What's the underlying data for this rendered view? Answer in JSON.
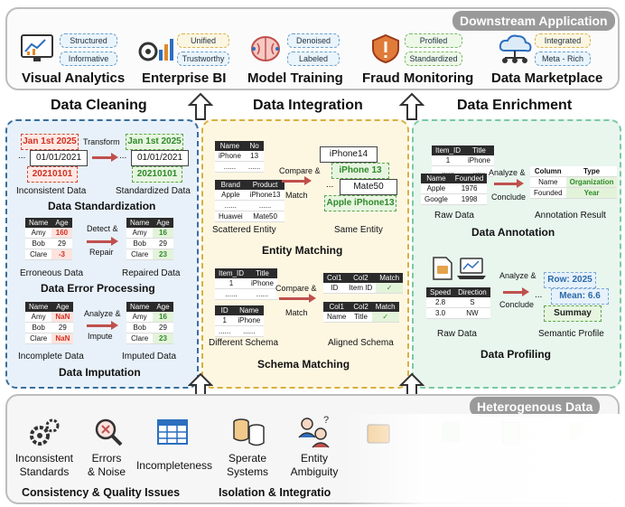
{
  "downstream": {
    "tag": "Downstream Application",
    "apps": [
      {
        "name": "Visual Analytics",
        "tags": [
          "Structured",
          "Informative"
        ],
        "icon": "analytics-icon"
      },
      {
        "name": "Enterprise BI",
        "tags": [
          "Unified",
          "Trustworthy"
        ],
        "icon": "bi-gear-chart-icon"
      },
      {
        "name": "Model Training",
        "tags": [
          "Denoised",
          "Labeled"
        ],
        "icon": "brain-icon"
      },
      {
        "name": "Fraud Monitoring",
        "tags": [
          "Profiled",
          "Standardized"
        ],
        "icon": "shield-alert-icon"
      },
      {
        "name": "Data Marketplace",
        "tags": [
          "Integrated",
          "Meta - Rich"
        ],
        "icon": "cloud-network-icon"
      }
    ]
  },
  "sections": {
    "cleaning": "Data Cleaning",
    "integration": "Data Integration",
    "enrichment": "Data Enrichment"
  },
  "cleaning": {
    "standardization": {
      "title": "Data Standardization",
      "before": [
        "Jan 1st 2025",
        "01/01/2021",
        "20210101"
      ],
      "after": [
        "Jan 1st 2025",
        "01/01/2021",
        "20210101"
      ],
      "dots": "...",
      "action": "Transform",
      "left_caption": "Inconsistent Data",
      "right_caption": "Standardized Data"
    },
    "error": {
      "title": "Data Error Processing",
      "action": [
        "Detect &",
        "Repair"
      ],
      "headers": [
        "Name",
        "Age"
      ],
      "before": [
        [
          "Amy",
          "160"
        ],
        [
          "Bob",
          "29"
        ],
        [
          "Clare",
          "-3"
        ]
      ],
      "after": [
        [
          "Amy",
          "16"
        ],
        [
          "Bob",
          "29"
        ],
        [
          "Clare",
          "23"
        ]
      ],
      "left_caption": "Erroneous Data",
      "right_caption": "Repaired Data"
    },
    "imputation": {
      "title": "Data Imputation",
      "action": [
        "Analyze &",
        "Impute"
      ],
      "headers": [
        "Name",
        "Age"
      ],
      "before": [
        [
          "Amy",
          "NaN"
        ],
        [
          "Bob",
          "29"
        ],
        [
          "Clare",
          "NaN"
        ]
      ],
      "after": [
        [
          "Amy",
          "16"
        ],
        [
          "Bob",
          "29"
        ],
        [
          "Clare",
          "23"
        ]
      ],
      "left_caption": "Incomplete Data",
      "right_caption": "Imputed Data"
    }
  },
  "integration": {
    "entity": {
      "title": "Entity Matching",
      "t1_headers": [
        "Name",
        "No"
      ],
      "t1_rows": [
        [
          "iPhone",
          "13"
        ],
        [
          "......",
          "......"
        ]
      ],
      "t2_headers": [
        "Brand",
        "Product"
      ],
      "t2_rows": [
        [
          "Apple",
          "iPhone13"
        ],
        [
          "......",
          "......"
        ],
        [
          "Huawei",
          "Mate50"
        ]
      ],
      "action": [
        "Compare &",
        "Match"
      ],
      "results": [
        "iPhone14",
        "iPhone 13",
        "Mate50",
        "Apple iPhone13"
      ],
      "dots": "...",
      "left_caption": "Scattered Entity",
      "right_caption": "Same Entity"
    },
    "schema": {
      "title": "Schema Matching",
      "t1_headers": [
        "Item_ID",
        "Title"
      ],
      "t1_rows": [
        [
          "1",
          "iPhone"
        ],
        [
          "......",
          "......"
        ]
      ],
      "t2_headers": [
        "ID",
        "Name"
      ],
      "t2_rows": [
        [
          "1",
          "iPhone"
        ],
        [
          "......",
          "......"
        ]
      ],
      "action": [
        "Compare &",
        "Match"
      ],
      "m_headers": [
        "Col1",
        "Col2",
        "Match"
      ],
      "m1": [
        "ID",
        "Item ID",
        "✓"
      ],
      "m2": [
        "Name",
        "Title",
        "✓"
      ],
      "left_caption": "Different Schema",
      "right_caption": "Aligned Schema"
    }
  },
  "enrichment": {
    "annotation": {
      "title": "Data Annotation",
      "t1_headers": [
        "Item_ID",
        "Title"
      ],
      "t1_rows": [
        [
          "1",
          "iPhone"
        ],
        [
          "......",
          "......"
        ]
      ],
      "t2_headers": [
        "Name",
        "Founded"
      ],
      "t2_rows": [
        [
          "Apple",
          "1976"
        ],
        [
          "Google",
          "1998"
        ]
      ],
      "action": [
        "Analyze &",
        "Conclude"
      ],
      "r_headers": [
        "Column",
        "Type"
      ],
      "r_rows": [
        [
          "Name",
          "Organization"
        ],
        [
          "Founded",
          "Year"
        ]
      ],
      "left_caption": "Raw Data",
      "right_caption": "Annotation Result"
    },
    "profiling": {
      "title": "Data Profiling",
      "t_headers": [
        "Speed",
        "Direction"
      ],
      "t_rows": [
        [
          "2.8",
          "S"
        ],
        [
          "3.0",
          "NW"
        ]
      ],
      "action": [
        "Analyze &",
        "Conclude"
      ],
      "row_label": "Row: 2025",
      "mean_label": "Mean: 6.6",
      "summary_label": "Summay",
      "dots": "...",
      "left_caption": "Raw Data",
      "right_caption": "Semantic Profile"
    }
  },
  "heterogenous": {
    "tag": "Heterogenous Data",
    "sources": [
      {
        "label": "Inconsistent\nStandards",
        "icon": "gears-icon"
      },
      {
        "label": "Errors\n& Noise",
        "icon": "magnifier-error-icon"
      },
      {
        "label": "Incompleteness",
        "icon": "table-grid-icon"
      },
      {
        "label": "Sperate\nSystems",
        "icon": "database-icon"
      },
      {
        "label": "Entity\nAmbiguity",
        "icon": "people-question-icon"
      }
    ],
    "group1": "Consistency & Quality Issues",
    "group2": "Isolation & Integratio"
  }
}
